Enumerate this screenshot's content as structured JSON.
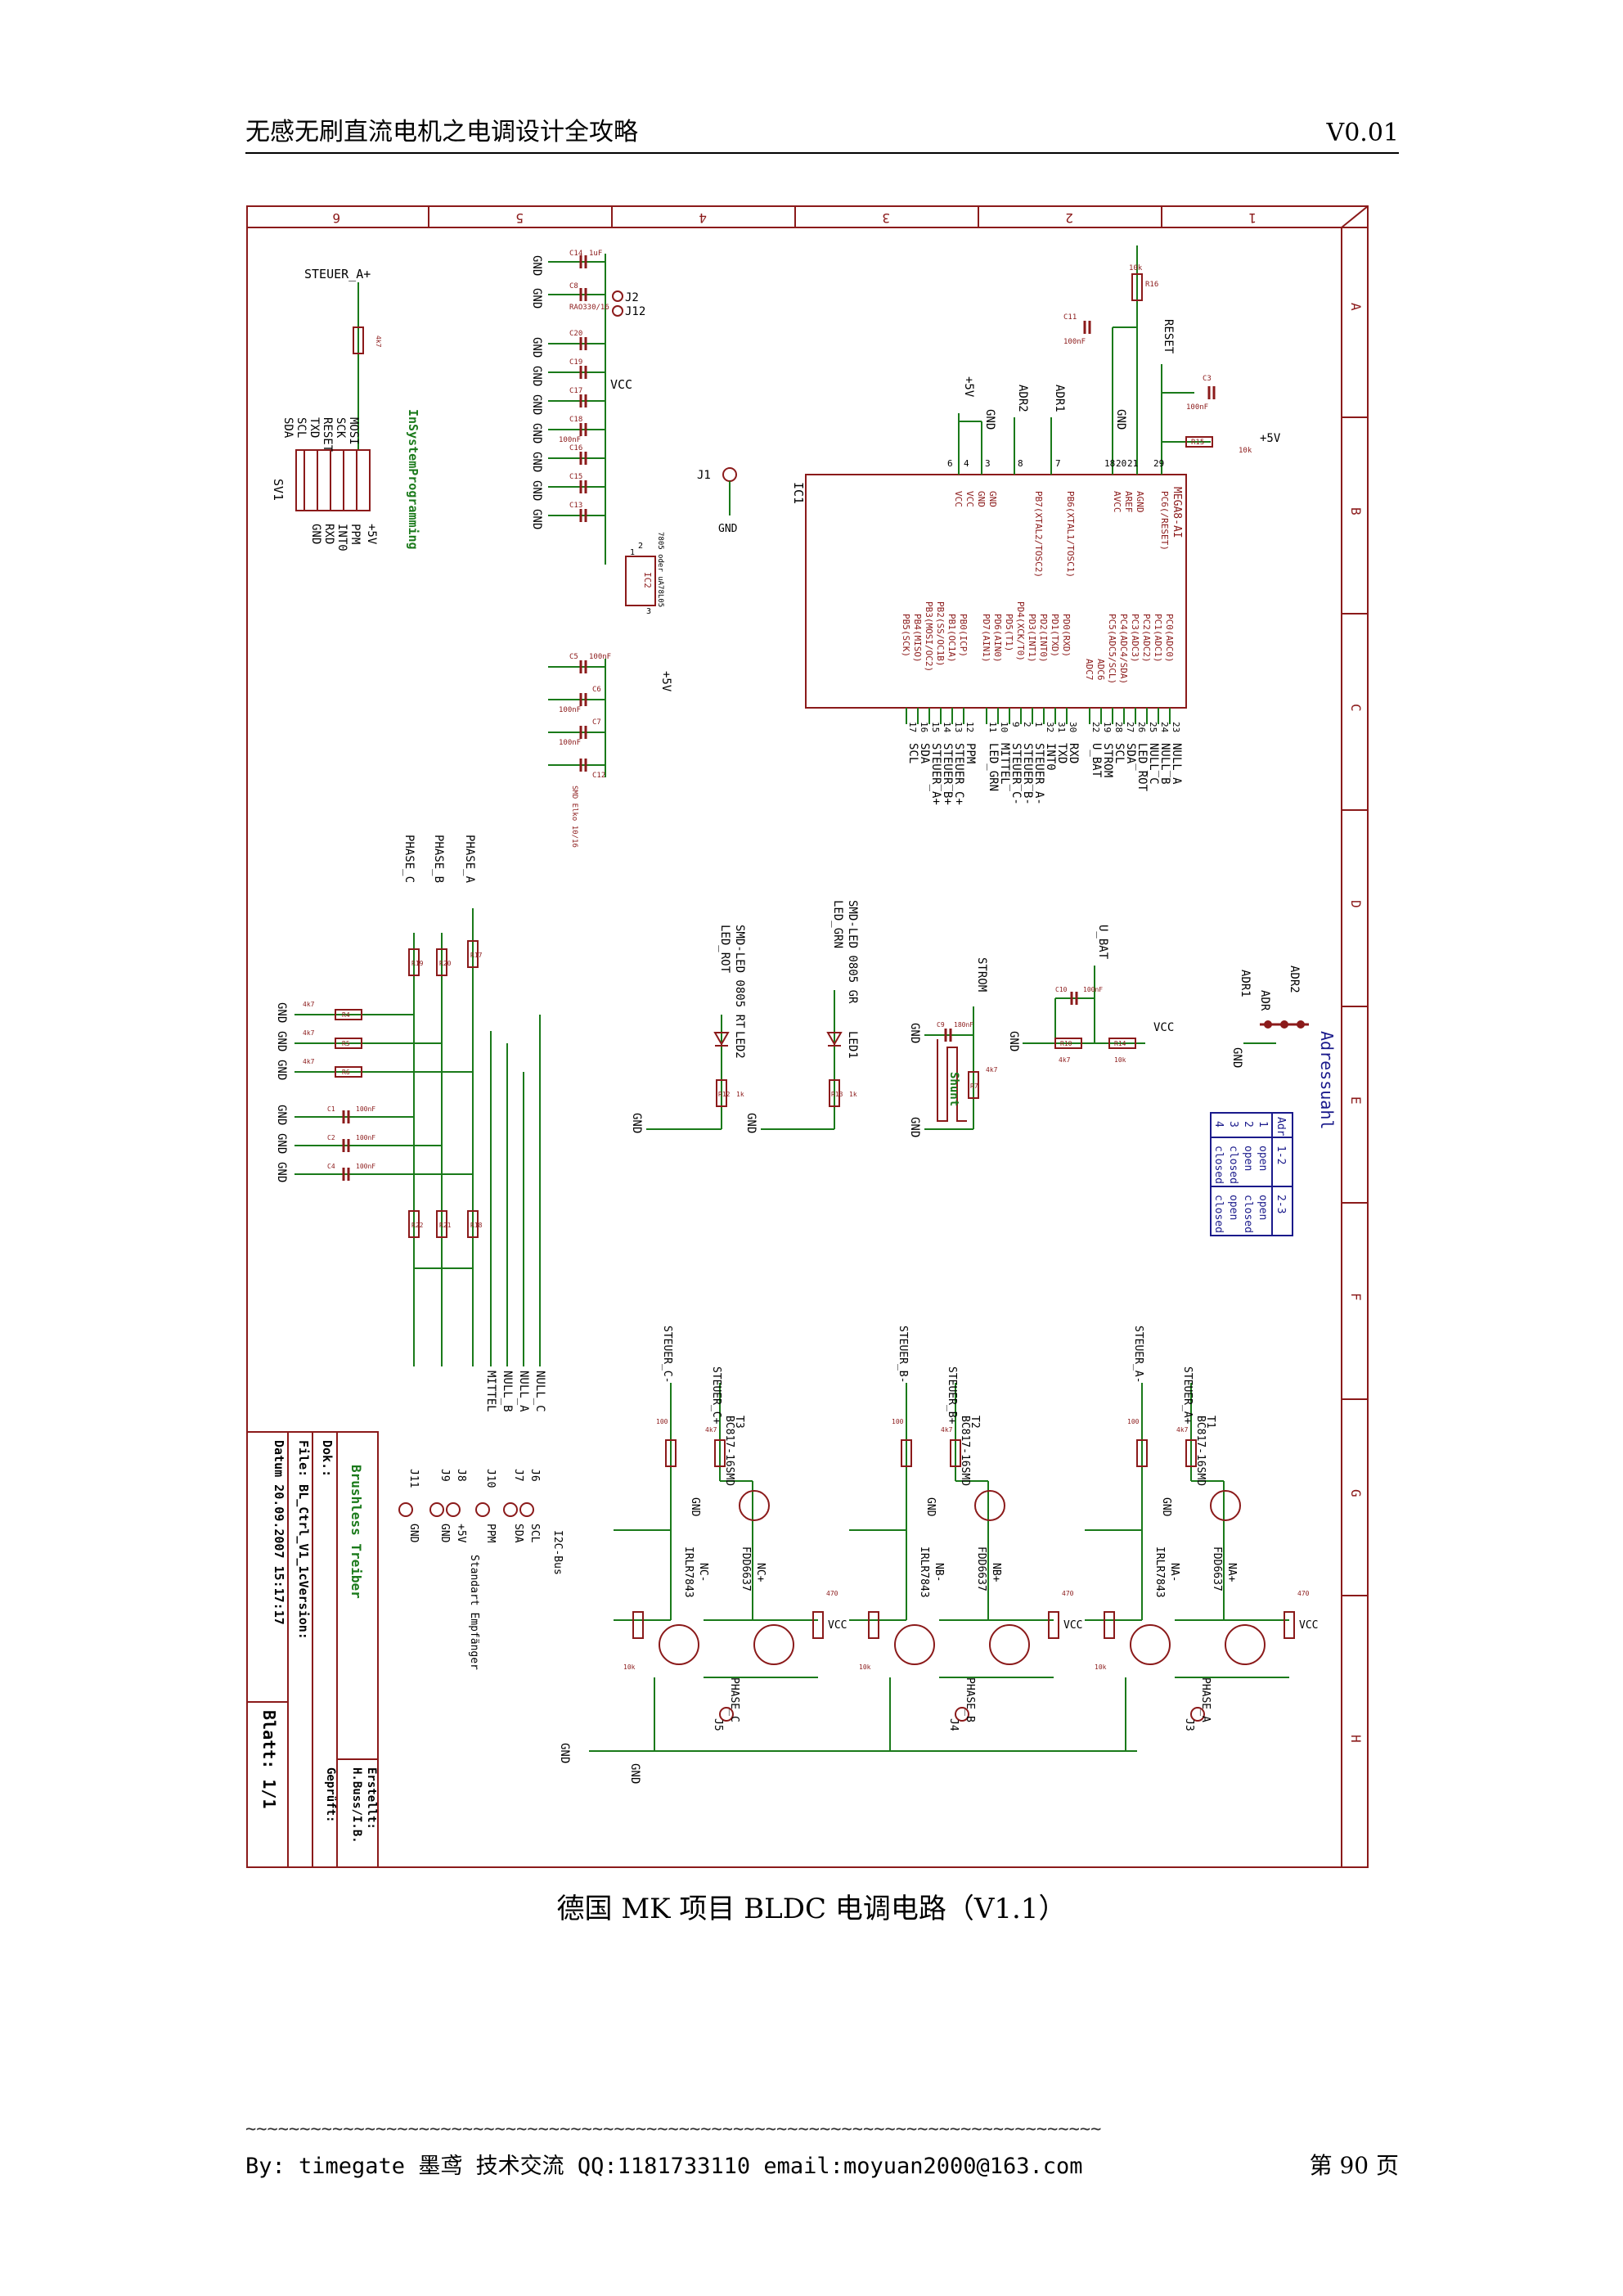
{
  "header": {
    "title": "无感无刷直流电机之电调设计全攻略",
    "version": "V0.01"
  },
  "caption": "德国 MK 项目 BLDC 电调电路（V1.1）",
  "footer": {
    "wave": "~~~~~~~~~~~~~~~~~~~~~~~~~~~~~~~~~~~~~~~~~~~~~~~~~~~~~~~~~~~~~~~~~~~~~~~~~~~~~~~",
    "by": "By: timegate 墨鸢  技术交流 QQ:1181733110  email:moyuan2000@163.com",
    "page": "第 90 页"
  },
  "schematic": {
    "frame_numbers": [
      "6",
      "5",
      "4",
      "3",
      "2",
      "1"
    ],
    "frame_letters": [
      "A",
      "B",
      "C",
      "D",
      "E",
      "F",
      "G",
      "H"
    ],
    "isp": {
      "title": "InSystemProgramming",
      "steuer": "STEUER_A+",
      "connector": "SV1",
      "left_pins": [
        "MOSI",
        "SCK",
        "RESET",
        "TXD",
        "SCL",
        "SDA"
      ],
      "right_pins": [
        "+5V",
        "PPM",
        "INT0",
        "RXD",
        "GND"
      ],
      "resistor": "4k7"
    },
    "power": {
      "caps_top": [
        "C14",
        "C8"
      ],
      "cap_values": [
        "1uF",
        "RAO330/16"
      ],
      "test_points": [
        "J2",
        "J12"
      ],
      "gnd_labels": [
        "GND",
        "GND",
        "GND",
        "GND",
        "GND",
        "GND",
        "GND",
        "GND",
        "GND"
      ],
      "caps_mid": [
        "C20",
        "C19",
        "C17",
        "C18",
        "C16",
        "C15",
        "C13"
      ],
      "cap_mid_value": "100nF",
      "vcc": "VCC",
      "regulator": "IC2",
      "regulator_desc": "7805 oder uA78L05",
      "regulator_pins": [
        "1",
        "2",
        "3"
      ],
      "plus5v": "+5V",
      "caps_low": [
        "C5",
        "C6",
        "C7",
        "C12"
      ],
      "cap_low_values": [
        "100nF",
        "100nF",
        "100nF",
        "SMD Elko 10/16"
      ]
    },
    "j1": {
      "label": "J1",
      "gnd": "GND"
    },
    "mcu": {
      "ref": "IC1",
      "name": "MEGA8-AI",
      "left_pins": [
        "PC6(/RESET)",
        "AGND",
        "AREF",
        "AVCC",
        "PB6(XTAL1/TOSC1)",
        "PB7(XTAL2/TOSC2)",
        "GND",
        "GND",
        "VCC",
        "VCC"
      ],
      "right_pins": [
        "PC0(ADC0)",
        "PC1(ADC1)",
        "PC2(ADC2)",
        "PC3(ADC3)",
        "PC4(ADC4/SDA)",
        "PC5(ADC5/SCL)",
        "ADC6",
        "ADC7",
        "PD0(RXD)",
        "PD1(TXD)",
        "PD2(INT0)",
        "PD3(INT1)",
        "PD4(XCK/T0)",
        "PD5(T1)",
        "PD6(AIN0)",
        "PD7(AIN1)",
        "PB0(ICP)",
        "PB1(OC1A)",
        "PB2(SS/OC1B)",
        "PB3(MOSI/OC2)",
        "PB4(MISO)",
        "PB5(SCK)"
      ],
      "pin_numbers": [
        "23",
        "24",
        "25",
        "26",
        "27",
        "28",
        "19",
        "22",
        "30",
        "31",
        "32",
        "1",
        "2",
        "9",
        "10",
        "11",
        "12",
        "13",
        "14",
        "15",
        "16",
        "17"
      ],
      "nets": [
        "NULL_A",
        "NULL_B",
        "NULL_C",
        "LED_ROT",
        "SDA",
        "SCL",
        "STROM",
        "U_BAT",
        "RXD",
        "TXD",
        "INT0",
        "STEUER_A-",
        "STEUER_B-",
        "STEUER_C-",
        "MITTEL",
        "LED_GRN",
        "PPM",
        "STEUER_C+",
        "STEUER_B+",
        "STEUER_A+",
        "SDA",
        "SCL"
      ],
      "top_labels": [
        "+5V",
        "GND",
        "ADR2",
        "ADR1",
        "GND",
        "RESET",
        "+5V"
      ],
      "top_pin_numbers": [
        "6",
        "4",
        "3",
        "8",
        "7",
        "18",
        "20",
        "21",
        "29"
      ],
      "c11": "C11",
      "c11_v": "100nF",
      "r16": "R16",
      "r16_v": "10k",
      "c3": "C3",
      "c3_v": "100nF",
      "r15": "R15",
      "r15_v": "10k"
    },
    "phase_net": {
      "labels": [
        "PHASE_C",
        "PHASE_B",
        "PHASE_A"
      ],
      "resistors_top": [
        "R19",
        "R20",
        "R17"
      ],
      "resistors_gnd": [
        "R4",
        "R5",
        "R6"
      ],
      "caps": [
        "C1",
        "C2",
        "C4"
      ],
      "cap_value": "100nF",
      "res_value": "4k7",
      "resistors_bot": [
        "R22",
        "R21",
        "R18"
      ],
      "outputs": [
        "MITTEL",
        "NULL_B",
        "NULL_A",
        "NULL_C"
      ],
      "gnd": "GND"
    },
    "leds": {
      "red": [
        "SMD-LED 0805 RT",
        "LED_ROT",
        "LED2",
        "R12",
        "1k"
      ],
      "green": [
        "SMD-LED 0805 GR",
        "LED_GRN",
        "LED1",
        "R13",
        "1k"
      ],
      "gnd": "GND"
    },
    "strom": {
      "label": "STROM",
      "cap": "C9",
      "cap_v": "180nF",
      "res": "R7",
      "res_v": "4k7",
      "shunt": "Shunt",
      "gnd": "GND"
    },
    "ubat": {
      "label": "U_BAT",
      "cap": "C10",
      "cap_v": "100nF",
      "r1": "R10",
      "r1_v": "4k7",
      "r2": "R14",
      "r2_v": "10k",
      "vcc": "VCC",
      "gnd": "GND"
    },
    "adr": {
      "labels": [
        "ADR2",
        "ADR",
        "ADR1",
        "GND"
      ],
      "title": "Adressuahl",
      "table_head": [
        "Adr",
        "1-2",
        "2-3"
      ],
      "table_rows": [
        [
          "1",
          "open",
          "open"
        ],
        [
          "2",
          "open",
          "closed"
        ],
        [
          "3",
          "closed",
          "open"
        ],
        [
          "4",
          "closed",
          "closed"
        ]
      ]
    },
    "bridges": [
      {
        "steuer_minus": "STEUER_C-",
        "steuer_plus": "STEUER_C+",
        "transistor": "T3",
        "tr_part": "BC817-16SMD",
        "n_fet": "IRLR7843",
        "n_label": "NC-",
        "p_fet": "FDD6637",
        "p_label": "NC+",
        "phase": "PHASE_C",
        "jumper": "J5",
        "r_a": "100",
        "r_b": "4k7",
        "r_c": "10k",
        "r_d": "470",
        "gnd": "GND",
        "vcc": "VCC"
      },
      {
        "steuer_minus": "STEUER_B-",
        "steuer_plus": "STEUER_B+",
        "transistor": "T2",
        "tr_part": "BC817-16SMD",
        "n_fet": "IRLR7843",
        "n_label": "NB-",
        "p_fet": "FDD6637",
        "p_label": "NB+",
        "phase": "PHASE_B",
        "jumper": "J4",
        "r_a": "100",
        "r_b": "4k7",
        "r_c": "10k",
        "r_d": "470",
        "gnd": "GND",
        "vcc": "VCC"
      },
      {
        "steuer_minus": "STEUER_A-",
        "steuer_plus": "STEUER_A+",
        "transistor": "T1",
        "tr_part": "BC817-16SMD",
        "n_fet": "IRLR7843",
        "n_label": "NA-",
        "p_fet": "FDD6637",
        "p_label": "NA+",
        "phase": "PHASE_A",
        "jumper": "J3",
        "r_a": "100",
        "r_b": "4k7",
        "r_c": "10k",
        "r_d": "470",
        "gnd": "GND",
        "vcc": "VCC"
      }
    ],
    "gnd_bus": "GND",
    "connectors": {
      "refs": [
        "J6",
        "J7",
        "J10",
        "J8",
        "J9",
        "J11"
      ],
      "labels": [
        "SCL",
        "SDA",
        "PPM",
        "+5V",
        "GND",
        "GND"
      ],
      "i2c": "I2C-Bus",
      "empf": "Standart Empfänger"
    },
    "titleblock": {
      "title": "Brushless Treiber",
      "dok": "Dok.:",
      "file": "File: BL_Ctrl_V1_1cVersion:",
      "date": "Datum 20.09.2007 15:17:17",
      "sheet": "Blatt: 1/1",
      "erstellt": "Erstellt:",
      "author": "H.Buss/I.B.",
      "geprueft": "Geprüft:"
    }
  }
}
